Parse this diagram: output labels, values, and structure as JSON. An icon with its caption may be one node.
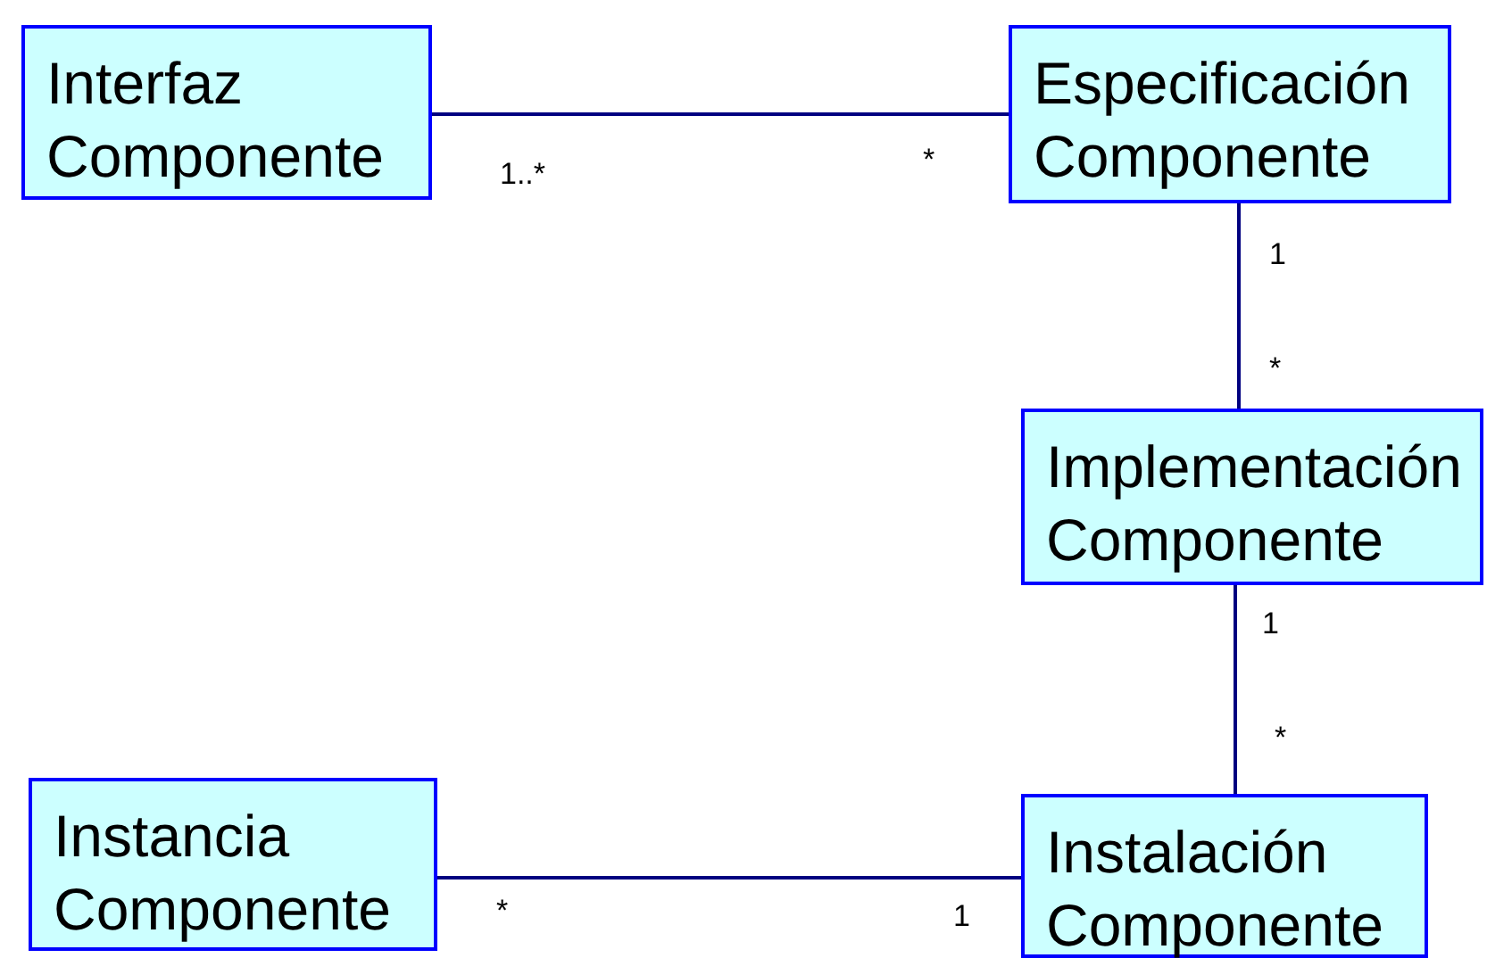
{
  "diagram": {
    "nodes": [
      {
        "text": [
          "Interfaz Componente"
        ]
      },
      {
        "text": [
          "Especificación Componente"
        ]
      },
      {
        "text": [
          "Implementación Componente"
        ]
      },
      {
        "text": [
          "Instancia Componente"
        ]
      },
      {
        "text": [
          "Instalación Componente"
        ]
      }
    ],
    "edges": [
      {
        "from": 0,
        "to": 1,
        "arrow": "none"
      },
      {
        "from": 1,
        "to": 2,
        "arrow": "none"
      },
      {
        "from": 2,
        "to": 4,
        "arrow": "none"
      },
      {
        "from": 3,
        "to": 4,
        "arrow": "none"
      }
    ],
    "labels": [
      "1..*",
      "*",
      "1",
      "*",
      "1",
      "*",
      "*",
      "1"
    ]
  }
}
